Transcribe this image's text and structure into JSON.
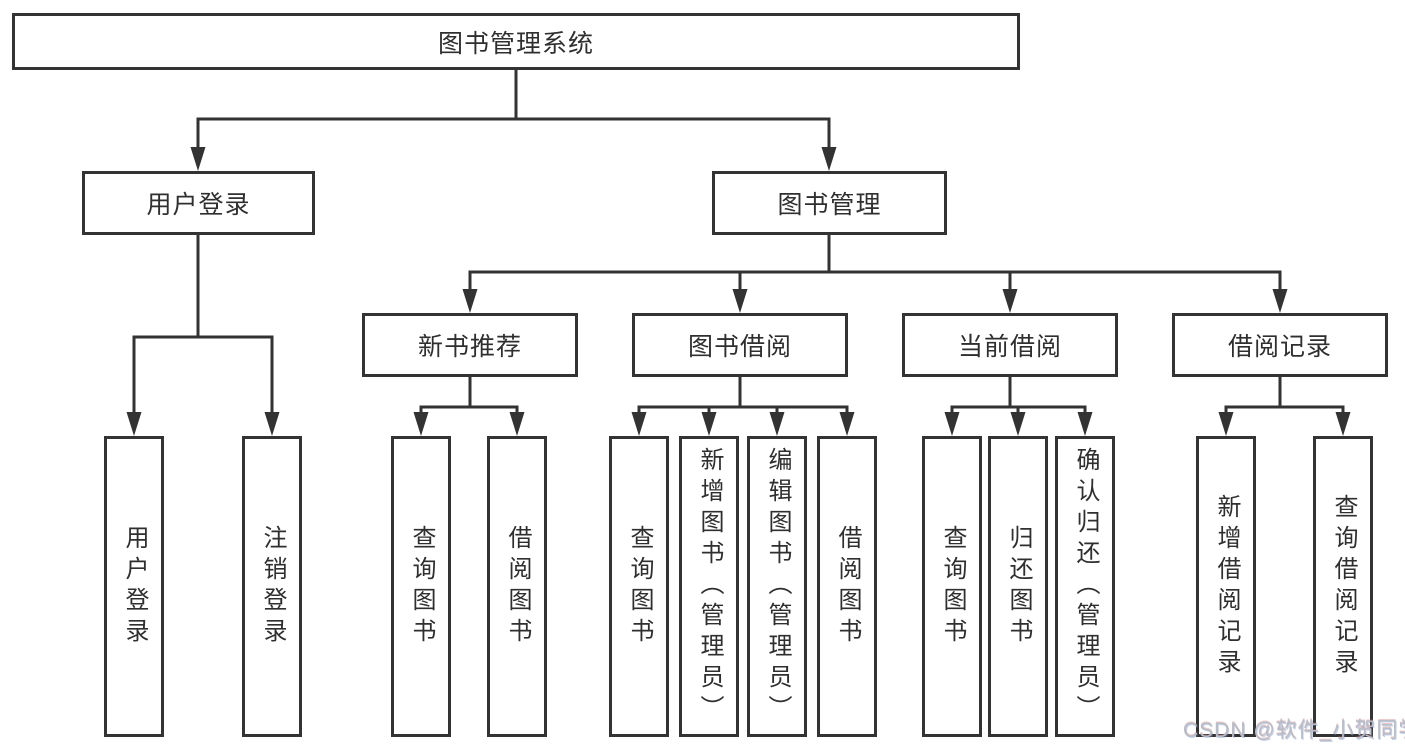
{
  "colors": {
    "background": "#ffffff",
    "line": "#333333",
    "box_border": "#333333",
    "text": "#2f2f2f",
    "watermark": "#b9bdc6"
  },
  "diagram": {
    "root": "图书管理系统",
    "level2": {
      "user_login": "用户登录",
      "book_mgmt": "图书管理"
    },
    "level3": {
      "new_book_rec": "新书推荐",
      "book_borrow": "图书借阅",
      "current_borrow": "当前借阅",
      "borrow_records": "借阅记录"
    },
    "leaves": {
      "user_login": "用户登录",
      "logout": "注销登录",
      "query_books_rec": "查询图书",
      "borrow_books_rec": "借阅图书",
      "query_books_borrow": "查询图书",
      "add_books_admin": "新增图书（管理员）",
      "edit_books_admin": "编辑图书（管理员）",
      "borrow_books": "借阅图书",
      "query_books_current": "查询图书",
      "return_books": "归还图书",
      "confirm_return_admin": "确认归还（管理员）",
      "add_borrow_record": "新增借阅记录",
      "query_borrow_record": "查询借阅记录"
    }
  },
  "watermark": "CSDN @软件_小贺同学"
}
